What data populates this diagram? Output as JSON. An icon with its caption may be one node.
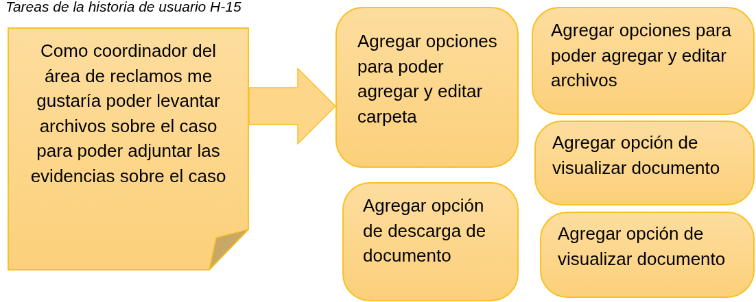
{
  "diagram": {
    "title": "Tareas de la historia de usuario H-15",
    "nodes": [
      {
        "text": [
          "Como coordinador del área de reclamos me gustaría poder levantar archivos sobre el caso para poder adjuntar las evidencias sobre el caso"
        ]
      },
      {
        "text": [
          "Agregar opciones para poder agregar y editar carpeta"
        ]
      },
      {
        "text": [
          "Agregar opciones para poder agregar y editar archivos"
        ]
      },
      {
        "text": [
          "Agregar opción de visualizar documento"
        ]
      },
      {
        "text": [
          "Agregar opción de descarga de documento"
        ]
      },
      {
        "text": [
          "Agregar opción de visualizar documento"
        ]
      }
    ],
    "edges": [
      {
        "from": 0,
        "to": 1,
        "arrow": "to",
        "style": "thick"
      }
    ]
  }
}
